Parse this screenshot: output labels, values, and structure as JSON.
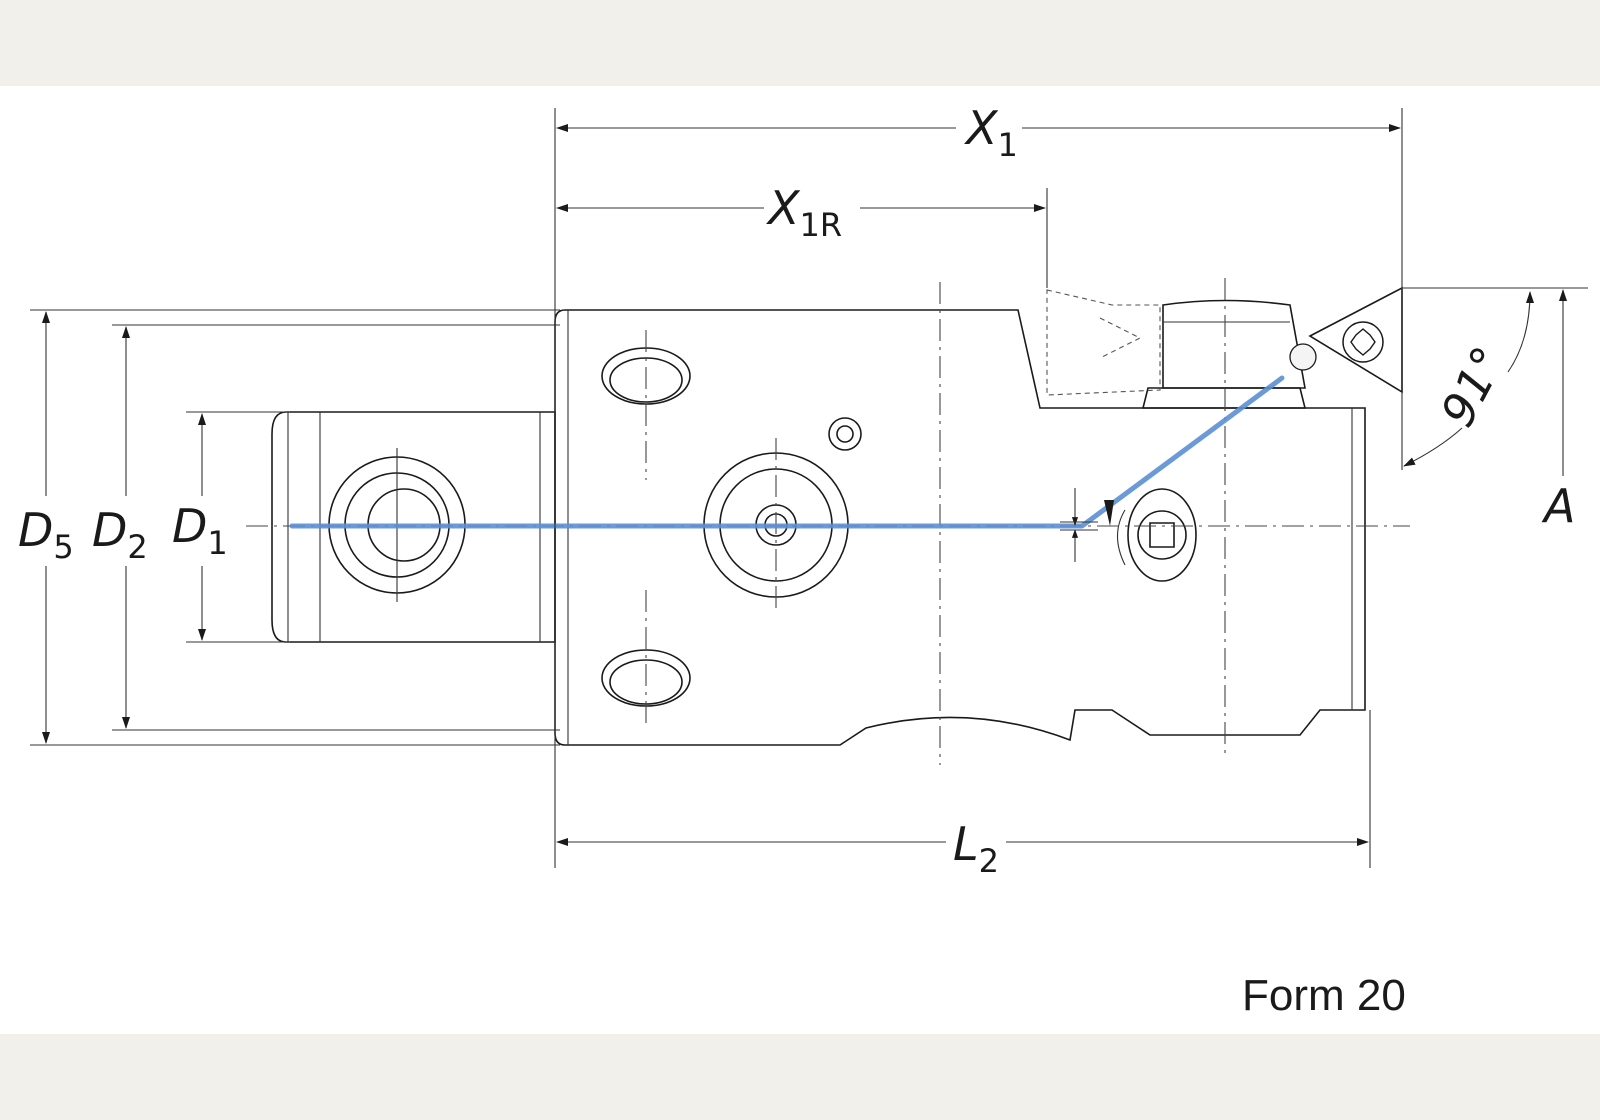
{
  "drawing": {
    "caption": "Form 20",
    "dimensions": {
      "X1": {
        "main": "X",
        "sub": "1"
      },
      "X1R": {
        "main": "X",
        "sub": "1R"
      },
      "L2": {
        "main": "L",
        "sub": "2"
      },
      "D5": {
        "main": "D",
        "sub": "5"
      },
      "D2": {
        "main": "D",
        "sub": "2"
      },
      "D1": {
        "main": "D",
        "sub": "1"
      },
      "A": {
        "main": "A"
      }
    },
    "angle": "91°",
    "colors": {
      "background": "#f1f0ea",
      "sheet": "#ffffff",
      "body_metal": "#dcdcdc",
      "coolant_channel": "#5b8fd4",
      "line": "#1a1a1a"
    }
  }
}
